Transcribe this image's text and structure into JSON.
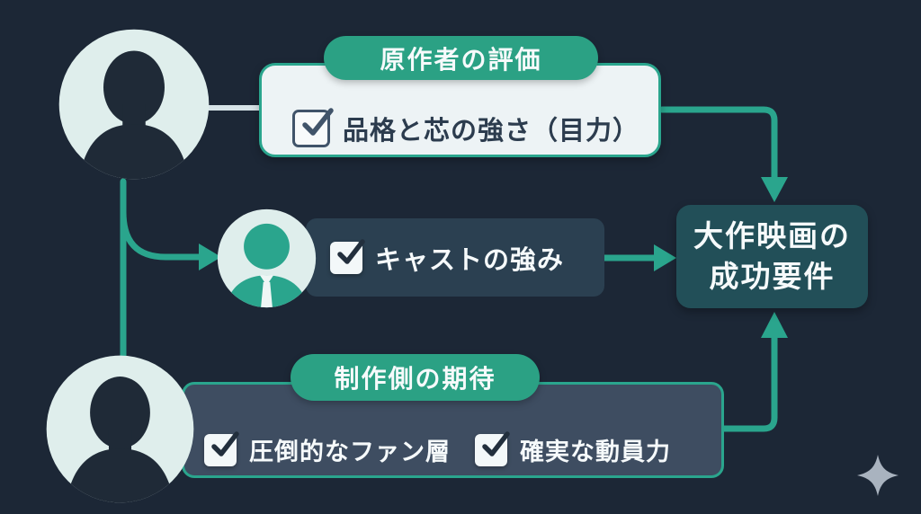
{
  "palette": {
    "background": "#1c2736",
    "accent": "#2aa58d",
    "badge": "#2ba184",
    "panel_light": "#edf3f5",
    "panel_slate": "#2b4051",
    "panel_slate_light": "#3e4d61",
    "panel_teal_dark": "#224f58",
    "text_dark": "#2c3c4e",
    "text_light": "#f6fafb",
    "avatar_light": "#dfeeec",
    "silhouette": "#1f2a37",
    "connector_light": "#d7e4e8",
    "checkbox_fill": "#f3f8f9",
    "check_dark": "#222f3d",
    "checkbox_outline_border": "#41546a",
    "tie": "#eef6f5",
    "sparkle": "#a9b3bf"
  },
  "sections": {
    "author": {
      "badge": "原作者の評価",
      "items": [
        {
          "label": "品格と芯の強さ（目力）",
          "checked": true
        }
      ]
    },
    "cast": {
      "items": [
        {
          "label": "キャストの強み",
          "checked": true
        }
      ]
    },
    "production": {
      "badge": "制作側の期待",
      "items": [
        {
          "label": "圧倒的なファン層",
          "checked": true
        },
        {
          "label": "確実な動員力",
          "checked": true
        }
      ]
    }
  },
  "result": {
    "line1": "大作映画の",
    "line2": "成功要件"
  }
}
